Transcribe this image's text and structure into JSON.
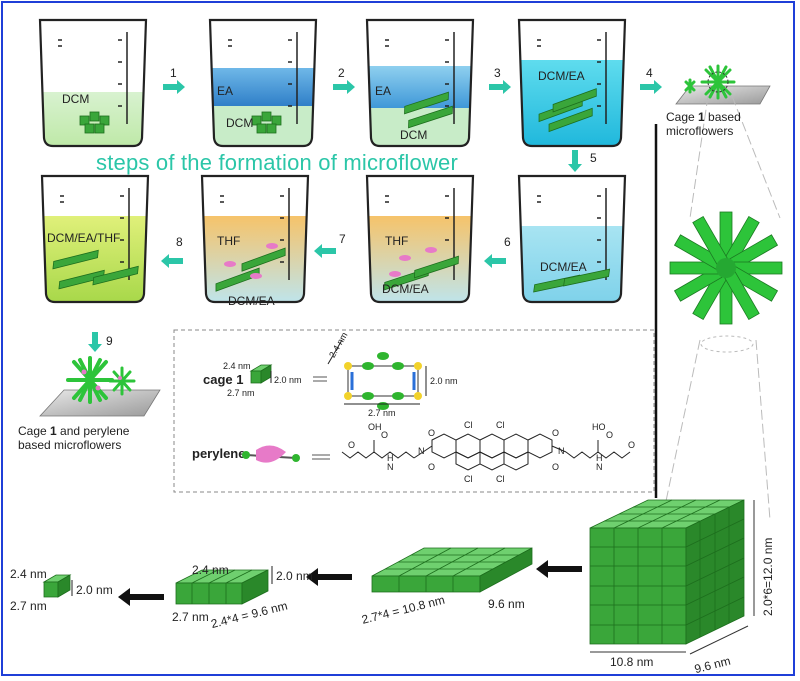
{
  "title": "steps of the formation of microflower",
  "steps": [
    "1",
    "2",
    "3",
    "4",
    "5",
    "6",
    "7",
    "8",
    "9"
  ],
  "beakers": {
    "b1": [
      "DCM"
    ],
    "b2": [
      "EA",
      "DCM"
    ],
    "b3": [
      "EA",
      "DCM"
    ],
    "b4": [
      "DCM/EA"
    ],
    "b5": [
      "DCM/EA"
    ],
    "b6": [
      "THF",
      "DCM/EA"
    ],
    "b7": [
      "THF",
      "DCM/EA"
    ],
    "b8": [
      "DCM/EA/THF"
    ]
  },
  "captions": {
    "cage_based_prefix": "Cage ",
    "cage_based_num": "1",
    "cage_based_suffix": " based",
    "cage_based_line2": "microflowers",
    "perylene_prefix": "Cage ",
    "perylene_num": "1",
    "perylene_suffix": " and perylene",
    "perylene_line2": "based  microflowers"
  },
  "legend": {
    "cage_label": "cage 1",
    "perylene_label": "perylene",
    "dim_24": "2.4 nm",
    "dim_20": "2.0 nm",
    "dim_27": "2.7 nm",
    "struct_24": "2.4 nm",
    "struct_20": "2.0 nm",
    "struct_27": "2.7 nm",
    "chem_oh_left": "OH",
    "chem_o_left": "O",
    "chem_o_left2": "O",
    "chem_h_left": "H",
    "chem_n_left": "N",
    "chem_cl1": "Cl",
    "chem_cl2": "Cl",
    "chem_cl3": "Cl",
    "chem_cl4": "Cl",
    "chem_o1": "O",
    "chem_o2": "O",
    "chem_o3": "O",
    "chem_o4": "O",
    "chem_n1": "N",
    "chem_n2": "N",
    "chem_ho_right": "HO",
    "chem_o_right": "O",
    "chem_o_right2": "O",
    "chem_h_right": "H",
    "chem_n_right": "N"
  },
  "assembly": {
    "single_24": "2.4 nm",
    "single_20": "2.0 nm",
    "single_27": "2.7 nm",
    "row_24": "2.4 nm",
    "row_20": "2.0 nm",
    "row_27": "2.7 nm",
    "row_len": "2.4*4 = 9.6 nm",
    "plate_w": "2.7*4 = 10.8 nm",
    "plate_d": "9.6 nm",
    "cube_h": "2.0*6=12.0 nm",
    "cube_w": "10.8 nm",
    "cube_d": "9.6 nm"
  },
  "colors": {
    "border": "#1f3fd8",
    "arrow": "#2bc6a8",
    "cube": "#2fb52f",
    "flower": "#2dc43a"
  }
}
